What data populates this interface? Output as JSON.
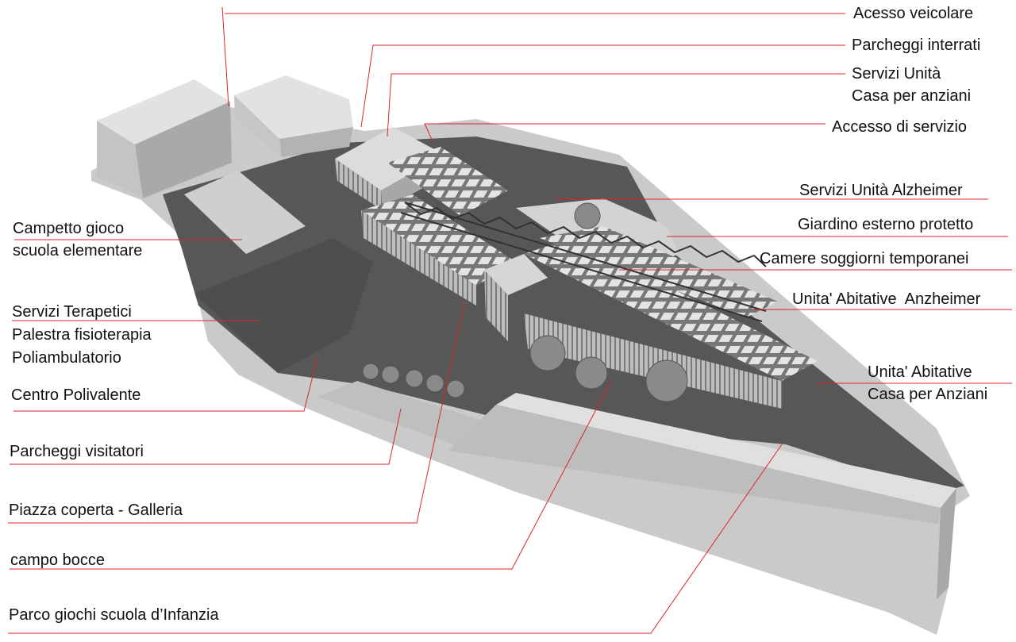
{
  "labels_right": {
    "acesso_veicolare": "Acesso veicolare",
    "parcheggi_interrati": "Parcheggi interrati",
    "servizi_unita_casa": [
      "Servizi Unità",
      "Casa per anziani"
    ],
    "accesso_servizio": "Accesso di servizio",
    "servizi_alzheimer": "Servizi Unità Alzheimer",
    "giardino": "Giardino esterno protetto",
    "camere": "Camere soggiorni temporanei",
    "unita_anzheimer": "Unita' Abitative  Anzheimer",
    "unita_casa": [
      "Unita' Abitative",
      "Casa per Anziani"
    ]
  },
  "labels_left": {
    "campetto": [
      "Campetto gioco",
      "scuola elementare"
    ],
    "servizi_terapetici": [
      "Servizi Terapetici",
      "Palestra fisioterapia",
      "Poliambulatorio"
    ],
    "centro_polivalente": "Centro Polivalente",
    "parcheggi_visitatori": "Parcheggi visitatori",
    "piazza_coperta": "Piazza coperta - Galleria",
    "campo_bocce": "campo bocce",
    "parco_giochi": "Parco giochi scuola d’Infanzia"
  },
  "colors": {
    "leader": "#d9262b",
    "ground_light": "#c9c9c9",
    "ground_dark": "#565656",
    "building": "#cfcfcf"
  }
}
